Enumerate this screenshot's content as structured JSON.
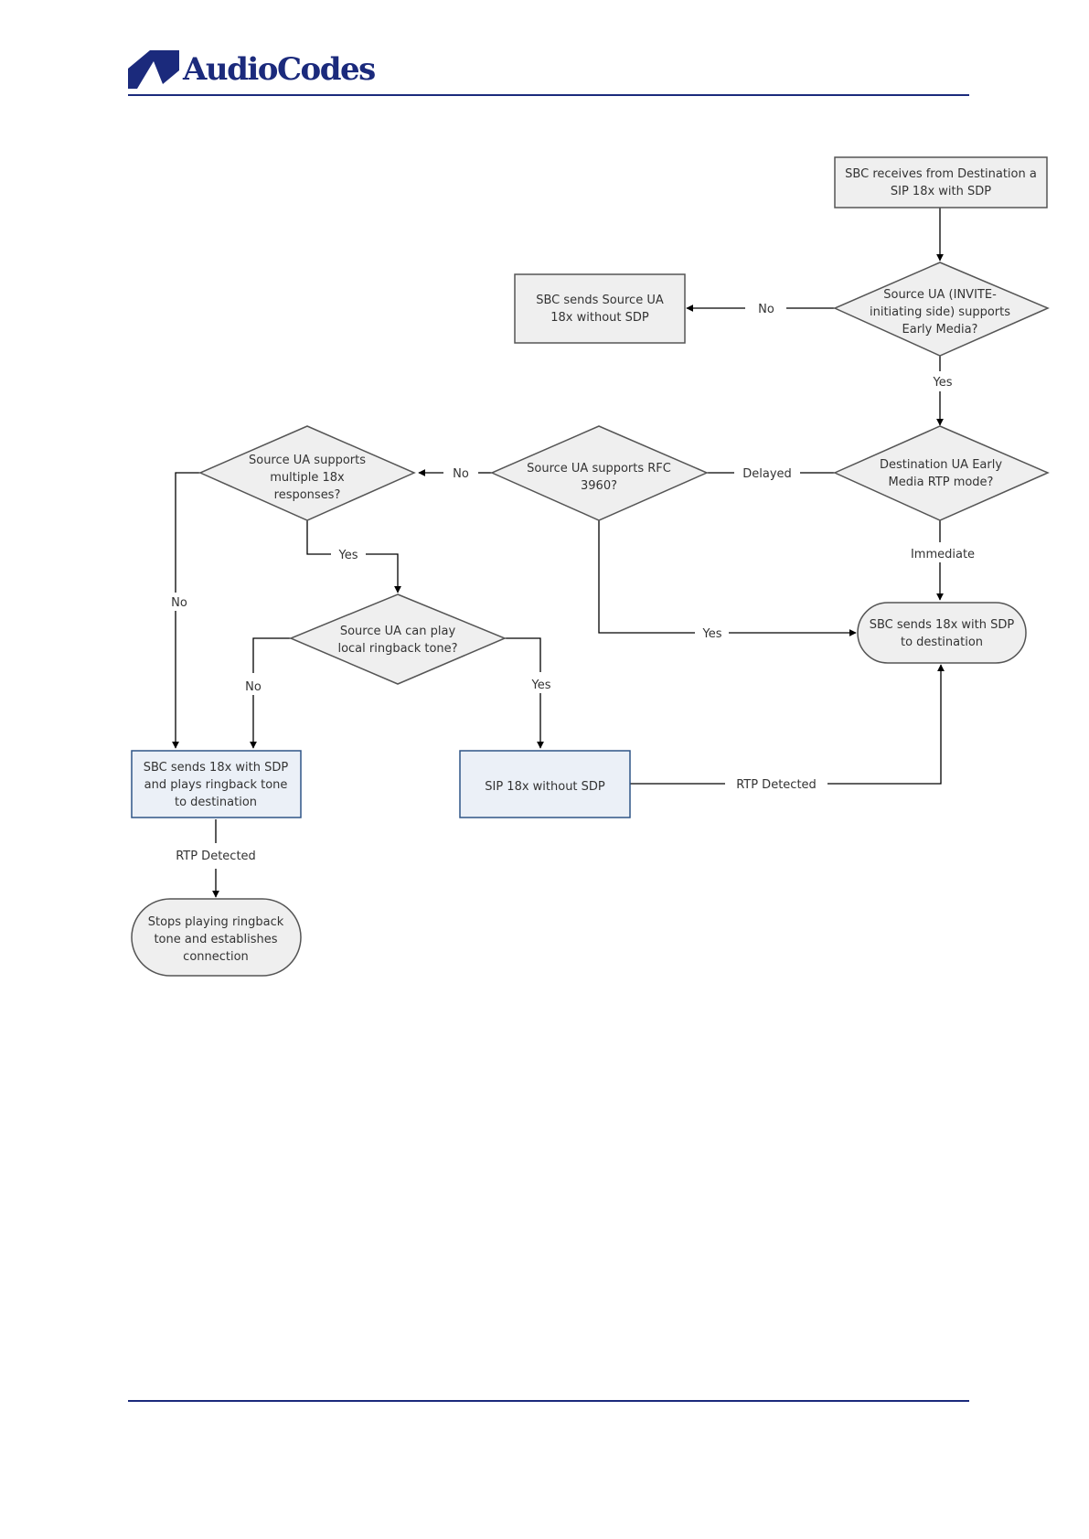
{
  "header": {
    "brand": "AudioCodes"
  },
  "diagram": {
    "nodes": {
      "receive": [
        "SBC receives from Destination a",
        "SIP 18x with SDP"
      ],
      "sends_no_sdp": [
        "SBC sends Source UA",
        "18x without SDP"
      ],
      "supports_early": [
        "Source UA (INVITE-",
        "initiating side) supports",
        "Early Media?"
      ],
      "multiple_18x": [
        "Source UA supports",
        "multiple 18x",
        "responses?"
      ],
      "rfc3960": [
        "Source UA supports RFC",
        "3960?"
      ],
      "rtp_mode": [
        "Destination UA Early",
        "Media RTP mode?"
      ],
      "local_ringback": [
        "Source UA can play",
        "local ringback tone?"
      ],
      "sends_with_sdp": [
        "SBC sends 18x with SDP",
        "to destination"
      ],
      "plays_ringback": [
        "SBC sends 18x with SDP",
        "and plays ringback tone",
        "to destination"
      ],
      "sip18x": [
        "SIP 18x without SDP"
      ],
      "stops": [
        "Stops playing ringback",
        "tone and establishes",
        "connection"
      ]
    },
    "labels": {
      "no_early": "No",
      "yes_early": "Yes",
      "delayed": "Delayed",
      "immediate": "Immediate",
      "no_rfc": "No",
      "yes_rfc": "Yes",
      "yes_multiple": "Yes",
      "no_multiple": "No",
      "no_local": "No",
      "yes_local": "Yes",
      "rtp_detected_right": "RTP Detected",
      "rtp_detected_left": "RTP Detected"
    }
  }
}
